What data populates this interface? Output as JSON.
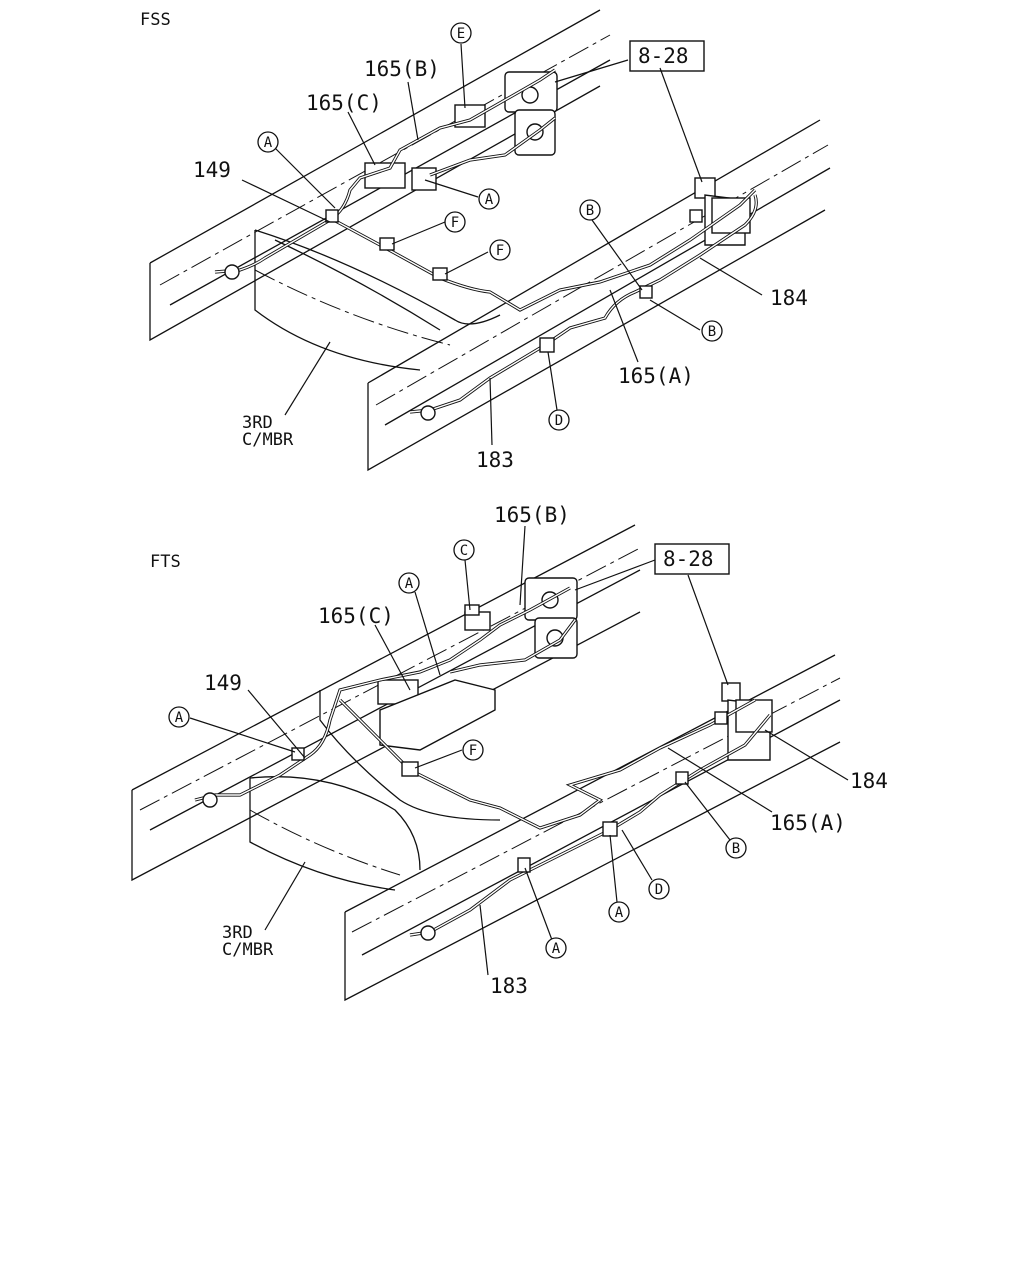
{
  "diagrams": [
    {
      "title": "FSS",
      "ref_box": "8-28",
      "labels": {
        "p165b": "165(B)",
        "p165c": "165(C)",
        "p149": "149",
        "p184": "184",
        "p165a": "165(A)",
        "p183": "183",
        "c3rd": "3RD",
        "cmbr": "C/MBR"
      },
      "markers": {
        "E": "E",
        "A1": "A",
        "A2": "A",
        "F1": "F",
        "F2": "F",
        "B1": "B",
        "B2": "B",
        "D": "D"
      }
    },
    {
      "title": "FTS",
      "ref_box": "8-28",
      "labels": {
        "p165b": "165(B)",
        "p165c": "165(C)",
        "p149": "149",
        "p184": "184",
        "p165a": "165(A)",
        "p183": "183",
        "c3rd": "3RD",
        "cmbr": "C/MBR"
      },
      "markers": {
        "C": "C",
        "A1": "A",
        "A2": "A",
        "F": "F",
        "B": "B",
        "D": "D",
        "A3": "A",
        "A4": "A"
      }
    }
  ]
}
